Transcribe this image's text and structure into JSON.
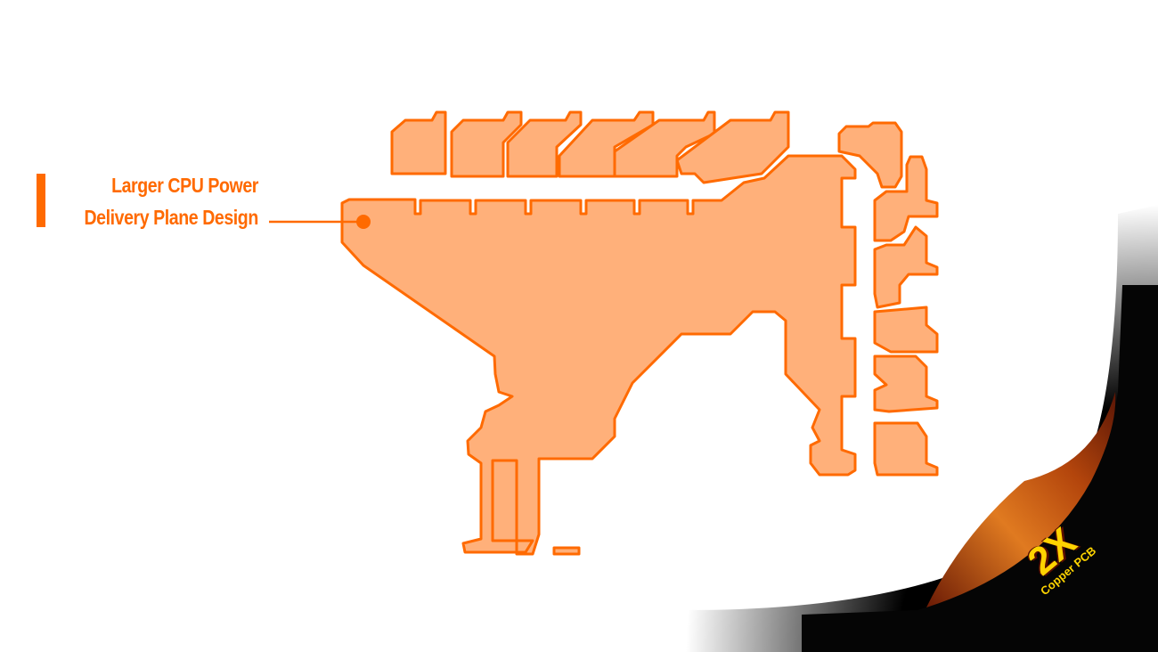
{
  "callout": {
    "line1": "Larger CPU Power",
    "line2": "Delivery Plane Design"
  },
  "badge": {
    "big": "2X",
    "small": "Copper PCB"
  },
  "colors": {
    "accent": "#ff6a00",
    "plane_fill": "#ffb07a",
    "plane_stroke": "#ff6a00"
  }
}
